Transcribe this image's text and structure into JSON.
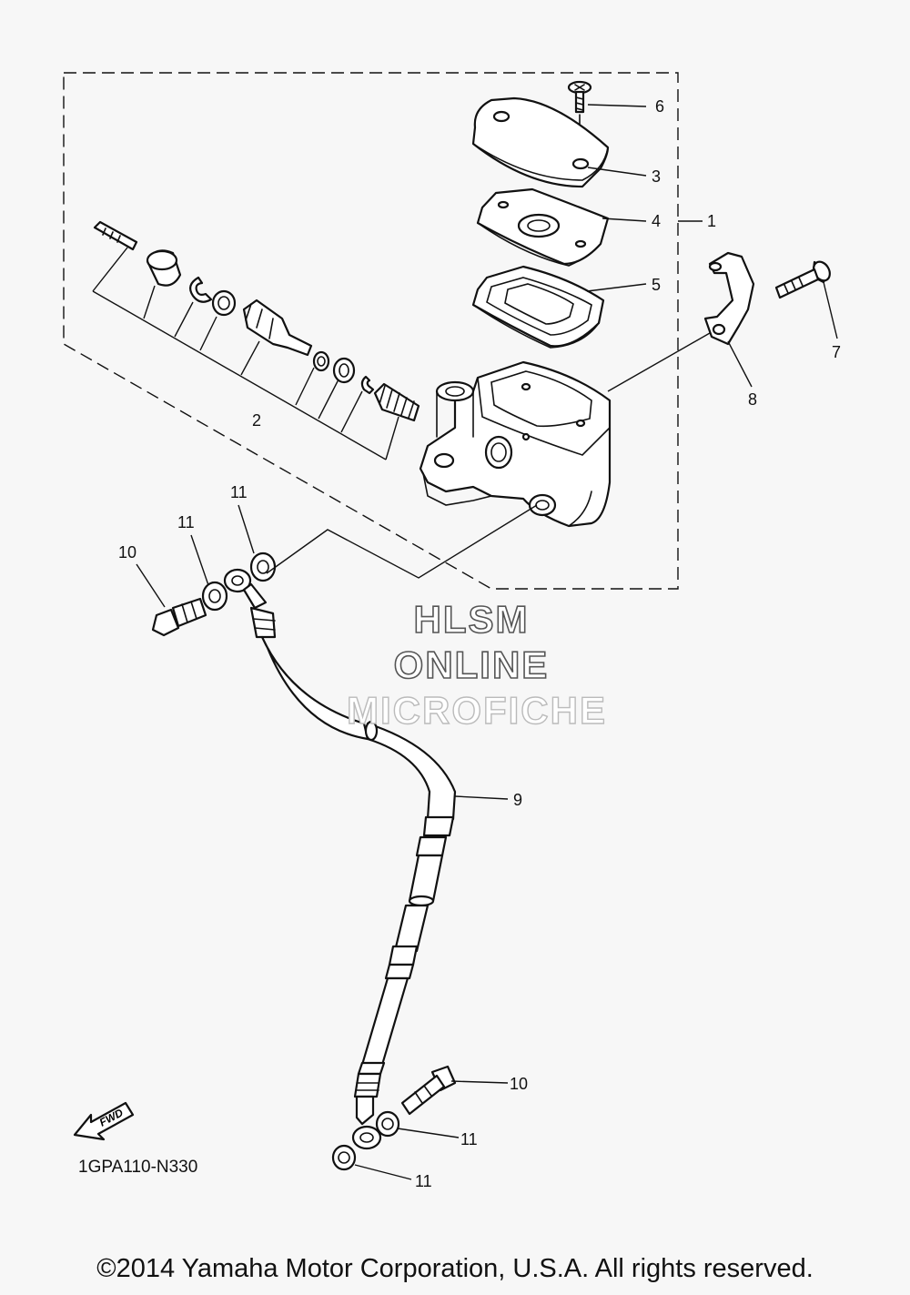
{
  "callouts": [
    {
      "id": "1",
      "text": "1"
    },
    {
      "id": "2",
      "text": "2"
    },
    {
      "id": "3",
      "text": "3"
    },
    {
      "id": "4",
      "text": "4"
    },
    {
      "id": "5",
      "text": "5"
    },
    {
      "id": "6",
      "text": "6"
    },
    {
      "id": "7",
      "text": "7"
    },
    {
      "id": "8",
      "text": "8"
    },
    {
      "id": "9",
      "text": "9"
    },
    {
      "id": "10a",
      "text": "10"
    },
    {
      "id": "10b",
      "text": "10"
    },
    {
      "id": "11a",
      "text": "11"
    },
    {
      "id": "11b",
      "text": "11"
    },
    {
      "id": "11c",
      "text": "11"
    },
    {
      "id": "11d",
      "text": "11"
    }
  ],
  "fwd_label": "FWD",
  "diagram_code": "1GPA110-N330",
  "watermark": {
    "line1": "HLSM",
    "line2": "ONLINE",
    "line3": "MICROFICHE"
  },
  "copyright": "©2014 Yamaha Motor Corporation, U.S.A. All rights reserved."
}
